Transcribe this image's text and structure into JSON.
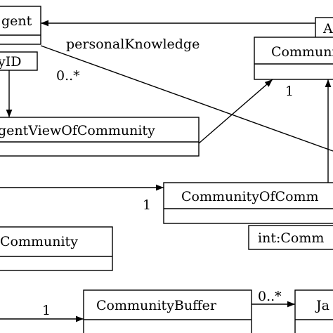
{
  "diagram": {
    "classes": {
      "agent": {
        "name": "gent"
      },
      "community_right": {
        "name": "Communi"
      },
      "a_top": {
        "name": "A"
      },
      "agent_view": {
        "name": "gentViewOfCommunity"
      },
      "community_of_comm": {
        "name": "CommunityOfComm"
      },
      "community_left": {
        "name": "Community"
      },
      "community_buffer": {
        "name": "CommunityBuffer"
      },
      "ja": {
        "name": "Ja"
      }
    },
    "qualifiers": {
      "agent_id": {
        "text": "yID"
      },
      "int_comm": {
        "text": "int:Comm"
      }
    },
    "labels": {
      "personal_knowledge": "personalKnowledge",
      "mult_0_star_a": "0..*",
      "mult_1_a": "1",
      "mult_1_b": "1",
      "mult_1_c": "1",
      "mult_0_star_b": "0..*"
    },
    "colors": {
      "stroke": "#000000",
      "background": "#ffffff"
    }
  }
}
